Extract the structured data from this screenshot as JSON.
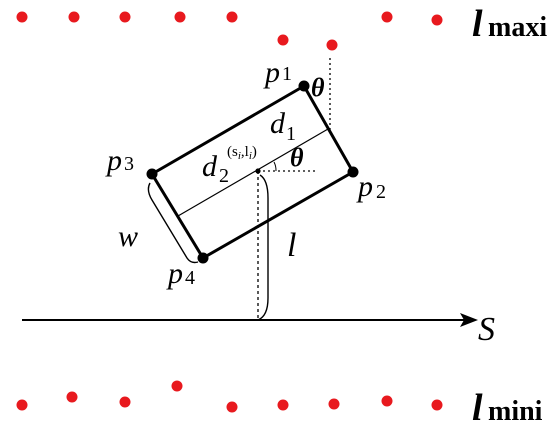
{
  "labels": {
    "lmax_main": "l",
    "lmax_sub": "maxi",
    "lmin_main": "l",
    "lmin_sub": "mini",
    "p1": "p",
    "p1_sub": "1",
    "p2": "p",
    "p2_sub": "2",
    "p3": "p",
    "p3_sub": "3",
    "p4": "p",
    "p4_sub": "4",
    "d1": "d",
    "d1_sub": "1",
    "d2": "d",
    "d2_sub": "2",
    "center": "(s",
    "center_i1": "i",
    "center_mid": ",l",
    "center_i2": "i",
    "center_end": ")",
    "theta_top": "θ",
    "theta_center": "θ",
    "w": "w",
    "l": "l",
    "S": "S"
  },
  "colors": {
    "dots": "#e8191e",
    "ink": "#000000"
  }
}
